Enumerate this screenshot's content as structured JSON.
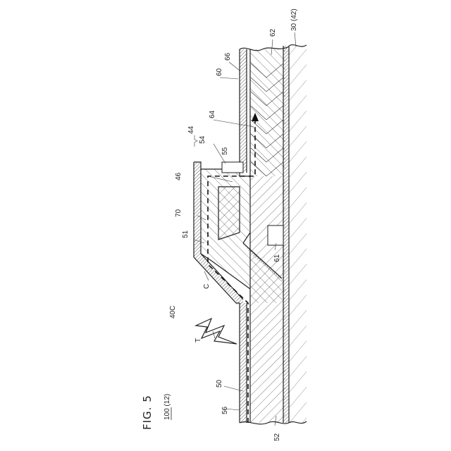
{
  "figure": {
    "title": "FIG. 5",
    "ref": "100 (12)",
    "ref_underlined": "100",
    "labels": {
      "l30": "30 (42)",
      "l62": "62",
      "l66": "66",
      "l60": "60",
      "l64": "64",
      "l44": "44",
      "l54": "54",
      "l55": "55",
      "l46": "46",
      "l70": "70",
      "l51": "51",
      "l61": "61",
      "lC": "C",
      "l40C": "40C",
      "lT": "T",
      "l50": "50",
      "l56": "56",
      "l52": "52"
    }
  }
}
